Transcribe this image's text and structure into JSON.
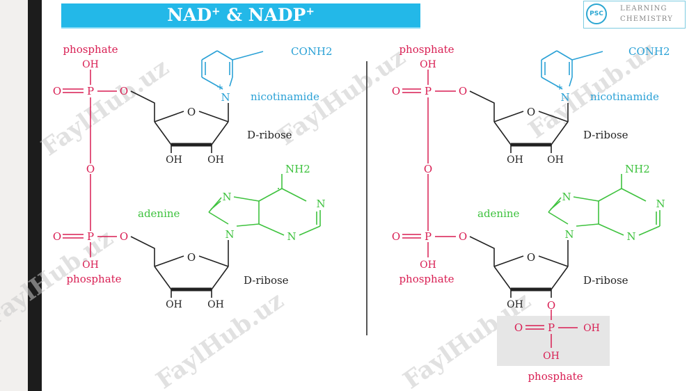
{
  "title": {
    "main": "NAD",
    "sup1": "+",
    "amp": " & NADP",
    "sup2": "+"
  },
  "logo": {
    "circle_text": "PSC",
    "line1": "LEARNING",
    "line2": "CHEMISTRY"
  },
  "watermark": "FaylHub.uz",
  "colors": {
    "banner": "#23b8e8",
    "phosphate": "#d81d52",
    "nicotinamide": "#2aa1d6",
    "adenine": "#3ec23e",
    "ribose": "#222222"
  },
  "nad": {
    "phosphate_top": "phosphate",
    "phosphate_bottom": "phosphate",
    "OH": "OH",
    "O": "O",
    "P": "P",
    "conh2": "CONH2",
    "n_plus": "N",
    "plus": "+",
    "nicotinamide": "nicotinamide",
    "ribose1": "D-ribose",
    "ribose2": "D-ribose",
    "nh2": "NH2",
    "N": "N",
    "adenine": "adenine"
  },
  "nadp": {
    "phosphate_top": "phosphate",
    "phosphate_bottom": "phosphate",
    "phosphate_extra": "phosphate",
    "OH": "OH",
    "O": "O",
    "P": "P",
    "conh2": "CONH2",
    "n_plus": "N",
    "plus": "+",
    "nicotinamide": "nicotinamide",
    "ribose1": "D-ribose",
    "ribose2": "D-ribose",
    "nh2": "NH2",
    "N": "N",
    "adenine": "adenine"
  }
}
